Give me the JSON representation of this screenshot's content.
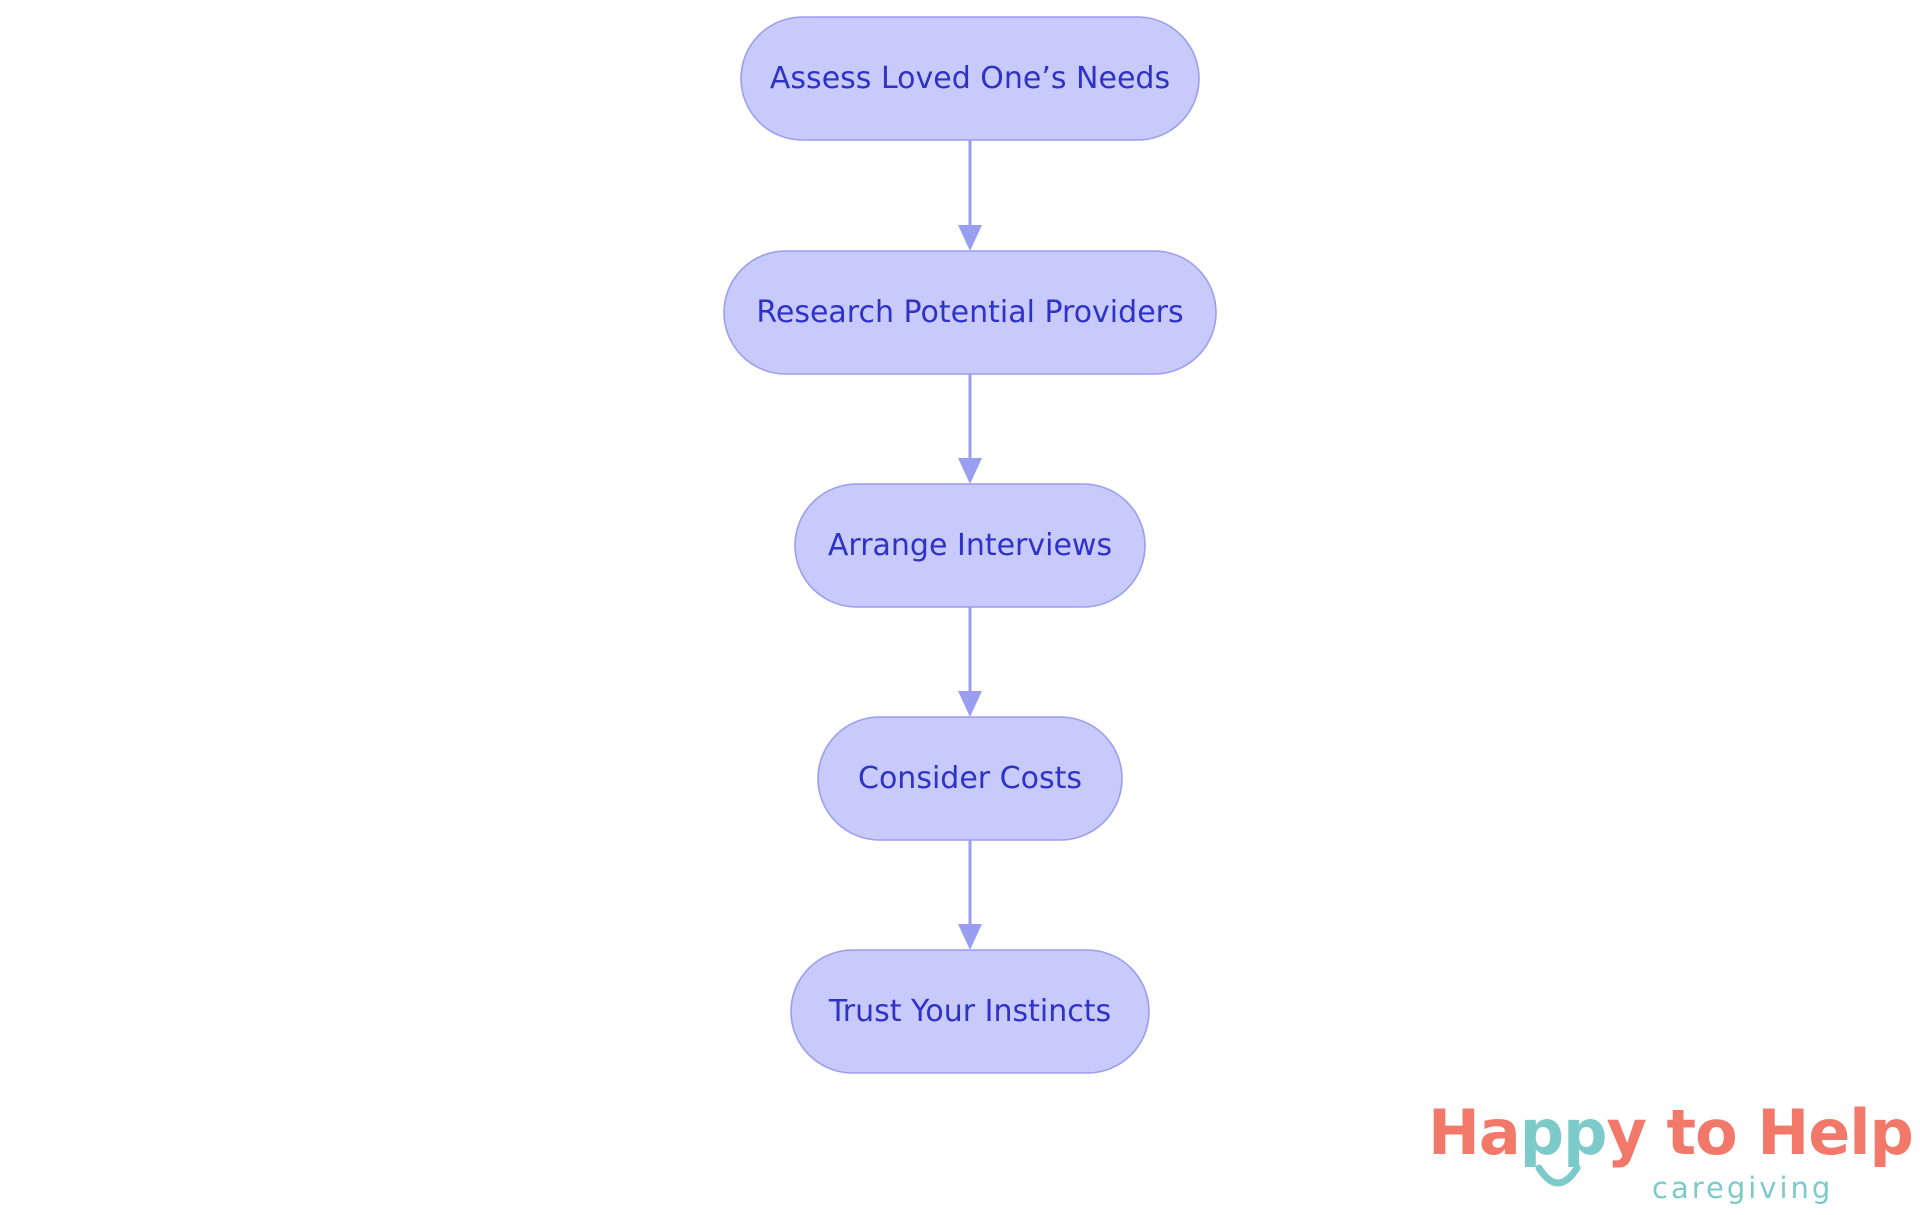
{
  "diagram": {
    "type": "flowchart",
    "direction": "top-to-bottom",
    "colors": {
      "node_fill": "#c8cafb",
      "node_stroke": "#9a9ef0",
      "node_text": "#2e32c6",
      "edge": "#9a9ef0"
    },
    "nodes": [
      {
        "id": "n1",
        "label": "Assess Loved One’s Needs"
      },
      {
        "id": "n2",
        "label": "Research Potential Providers"
      },
      {
        "id": "n3",
        "label": "Arrange Interviews"
      },
      {
        "id": "n4",
        "label": "Consider Costs"
      },
      {
        "id": "n5",
        "label": "Trust Your Instincts"
      }
    ],
    "edges": [
      {
        "from": "n1",
        "to": "n2"
      },
      {
        "from": "n2",
        "to": "n3"
      },
      {
        "from": "n3",
        "to": "n4"
      },
      {
        "from": "n4",
        "to": "n5"
      }
    ]
  },
  "logo": {
    "title_part1": "Ha",
    "title_teal": "pp",
    "title_part2": "y to Help",
    "subtitle": "caregiving",
    "colors": {
      "coral": "#f2786a",
      "teal": "#7ccac9"
    }
  }
}
